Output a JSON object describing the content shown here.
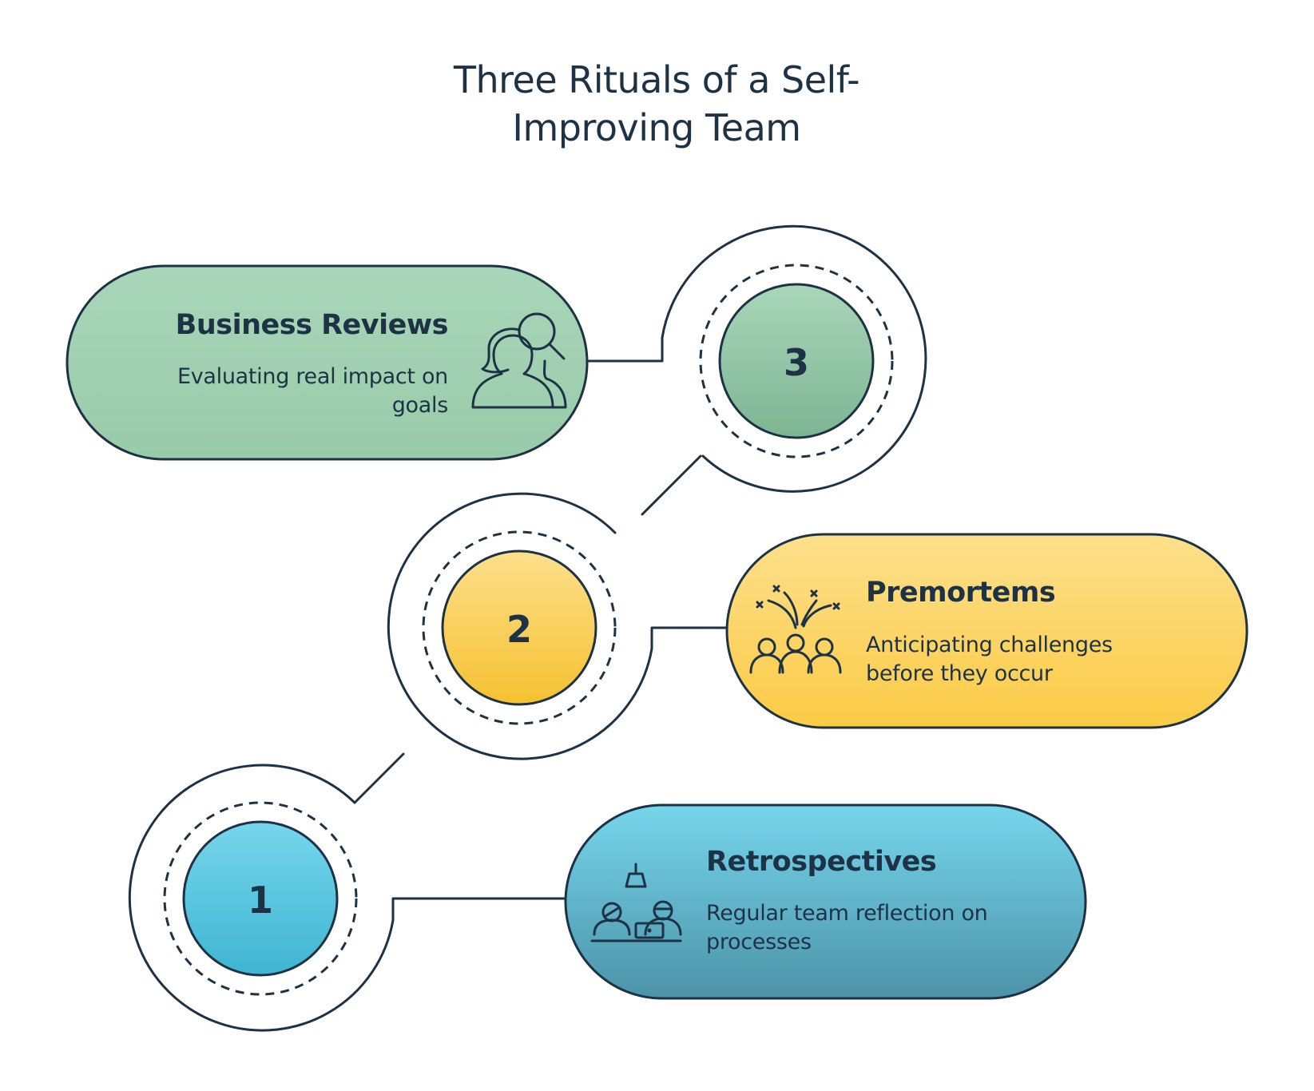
{
  "title": {
    "line1": "Three Rituals of a Self-",
    "line2": "Improving Team"
  },
  "steps": [
    {
      "number": "1",
      "title": "Retrospectives",
      "desc_line1": "Regular team reflection on",
      "desc_line2": "processes",
      "icon": "team-meeting-icon"
    },
    {
      "number": "2",
      "title": "Premortems",
      "desc_line1": "Anticipating challenges",
      "desc_line2": "before they occur",
      "icon": "team-celebration-icon"
    },
    {
      "number": "3",
      "title": "Business Reviews",
      "desc_line1": "Evaluating real impact on",
      "desc_line2": "goals",
      "icon": "people-search-icon"
    }
  ],
  "colors": {
    "ink": "#1e3246",
    "green_top": "#a8d5b8",
    "green_bottom": "#93c7a5",
    "yellow_top": "#fde08a",
    "yellow_bottom": "#f8c63e",
    "blue_top": "#74d4ea",
    "blue_bottom": "#4a93a8"
  }
}
